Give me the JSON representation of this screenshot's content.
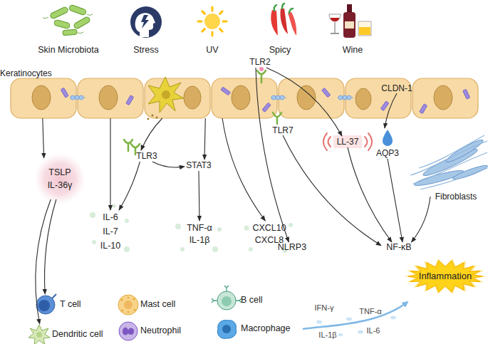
{
  "diagram": {
    "nodes": [
      {
        "text": [
          "Keratinocytes"
        ]
      },
      {
        "text": [
          "CLDN-1"
        ],
        "in": 0
      },
      {
        "text": [
          "TLR2"
        ]
      },
      {
        "text": [
          "TSLP IL-36γ"
        ]
      },
      {
        "text": [
          "TLR3"
        ]
      },
      {
        "text": [
          "STAT3"
        ]
      },
      {
        "text": [
          "TLR7"
        ]
      },
      {
        "text": [
          "LL-37"
        ]
      },
      {
        "text": [
          "AQP3"
        ]
      },
      {
        "text": [
          "Fibroblasts"
        ]
      },
      {
        "text": [
          "IL-6 IL-7 IL-10"
        ]
      },
      {
        "text": [
          "TNF-α IL-1β"
        ]
      },
      {
        "text": [
          "CXCL10 CXCL8"
        ]
      },
      {
        "text": [
          "NLRP3"
        ]
      },
      {
        "text": [
          "NF-κB"
        ]
      },
      {
        "text": [
          "Inflammation"
        ]
      },
      {
        "text": [
          "T cell"
        ]
      },
      {
        "text": [
          "Mast cell"
        ]
      },
      {
        "text": [
          "B cell"
        ]
      },
      {
        "text": [
          "Dendritic cell"
        ]
      },
      {
        "text": [
          "Neutrophil"
        ]
      },
      {
        "text": [
          "Macrophage"
        ]
      }
    ],
    "edges": [
      {
        "from": 0,
        "to": 3,
        "arrow": "to"
      },
      {
        "from": 3,
        "to": 16,
        "arrow": "to"
      },
      {
        "from": 3,
        "to": 19,
        "arrow": "to"
      },
      {
        "from": 0,
        "to": 10,
        "arrow": "to"
      },
      {
        "from": 0,
        "to": 4,
        "arrow": "to"
      },
      {
        "from": 4,
        "to": 10,
        "arrow": "to"
      },
      {
        "from": 4,
        "to": 5,
        "arrow": "to"
      },
      {
        "from": 0,
        "to": 5,
        "arrow": "to"
      },
      {
        "from": 5,
        "to": 11,
        "arrow": "to"
      },
      {
        "from": 0,
        "to": 12,
        "arrow": "to"
      },
      {
        "from": 2,
        "to": 13,
        "arrow": "to"
      },
      {
        "from": 2,
        "to": 7,
        "arrow": "to"
      },
      {
        "from": 6,
        "to": 14,
        "arrow": "to"
      },
      {
        "from": 7,
        "to": 14,
        "arrow": "to"
      },
      {
        "from": 1,
        "to": 8,
        "arrow": "to"
      },
      {
        "from": 8,
        "to": 14,
        "arrow": "to"
      },
      {
        "from": 9,
        "to": 14,
        "arrow": "to"
      }
    ],
    "labels": [
      "Skin Microbiota",
      "Stress",
      "UV",
      "Spicy",
      "Wine",
      "IFN-γ",
      "TNF-α",
      "IL-1β",
      "IL-6"
    ]
  }
}
